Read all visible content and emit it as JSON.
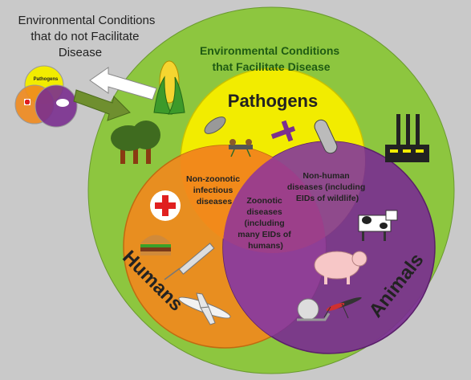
{
  "outside_label": {
    "line1": "Environmental Conditions",
    "line2": "that do not Facilitate",
    "line3": "Disease"
  },
  "inside_label": {
    "line1": "Environmental Conditions",
    "line2": "that Facilitate Disease"
  },
  "sets": {
    "pathogens": "Pathogens",
    "humans": "Humans",
    "animals": "Animals"
  },
  "overlaps": {
    "non_zoonotic": [
      "Non-zoonotic",
      "infectious",
      "diseases"
    ],
    "non_human": [
      "Non-human",
      "diseases (including",
      "EIDs of wildlife)"
    ],
    "zoonotic": [
      "Zoonotic",
      "diseases",
      "(including",
      "many EIDs of",
      "humans)"
    ]
  },
  "mini_label": "Pathogens",
  "colors": {
    "background": "#c9c9c9",
    "environment": "#8dc63f",
    "pathogens": "#f2ec00",
    "humans": "#ef8a1e",
    "animals": "#7a2f8f",
    "text_dark": "#222222",
    "text_green": "#1f5b13"
  },
  "icons": [
    "corn-icon",
    "tree-icon",
    "factory-icon",
    "virus-icon",
    "bacteria-icon",
    "parasite-icon",
    "red-cross-icon",
    "burger-icon",
    "syringe-icon",
    "airplane-icon",
    "cow-icon",
    "pig-icon",
    "snail-icon",
    "mosquito-icon",
    "arrow-out-icon",
    "arrow-in-icon"
  ]
}
